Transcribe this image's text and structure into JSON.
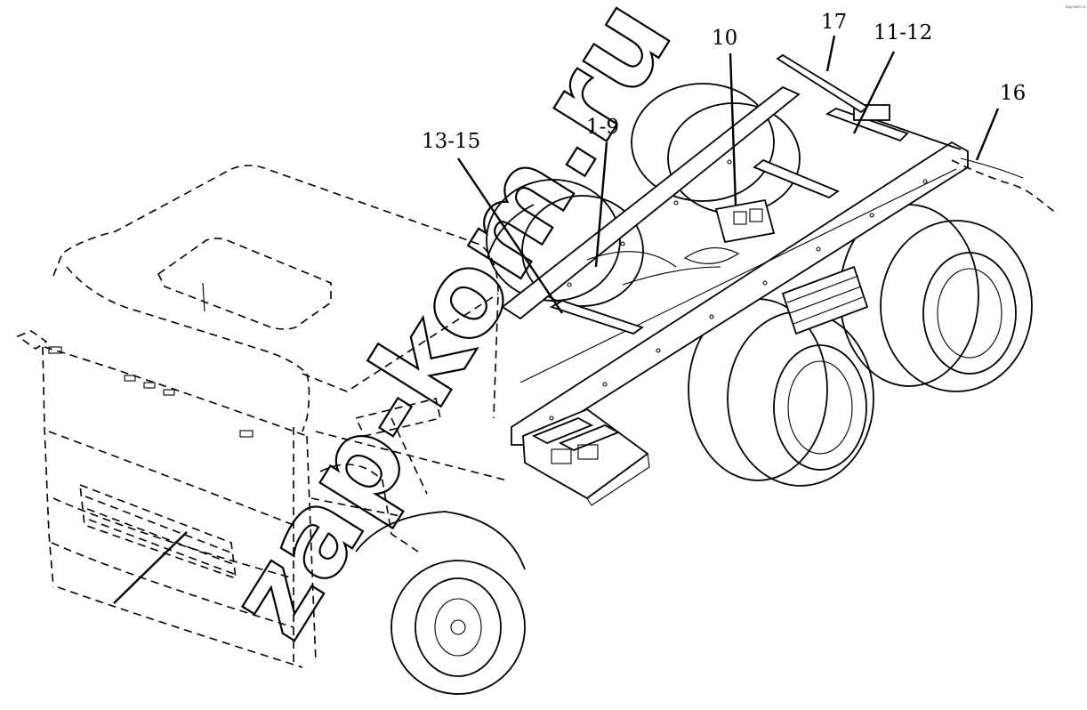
{
  "callouts": {
    "c10": "10",
    "c17": "17",
    "c11_12": "11-12",
    "c16": "16",
    "c1_9": "1-9",
    "c13_15": "13-15"
  },
  "watermark": "zap-kom.ru",
  "corner_mark": "zap-kom.ru"
}
